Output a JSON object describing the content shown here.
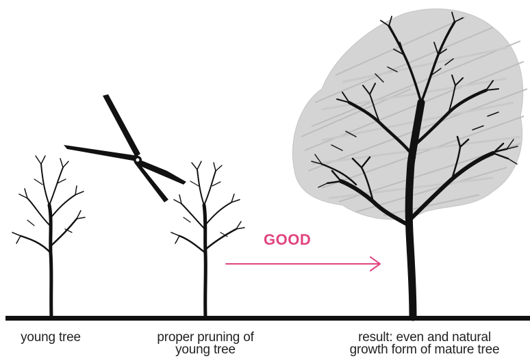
{
  "labels": {
    "young_tree": "young tree",
    "pruning": {
      "line1": "proper pruning of",
      "line2": "young tree"
    },
    "result": {
      "line1": "result: even and natural",
      "line2": "growth form of mature tree"
    },
    "arrow_label": "GOOD"
  },
  "colors": {
    "ink": "#111111",
    "accent": "#e0447f",
    "canopy_shading": "#cfcfcf",
    "text": "#222222"
  },
  "icons": {
    "pruning_tool": "hedge-shears-icon",
    "progress_arrow": "arrow-right-icon"
  }
}
